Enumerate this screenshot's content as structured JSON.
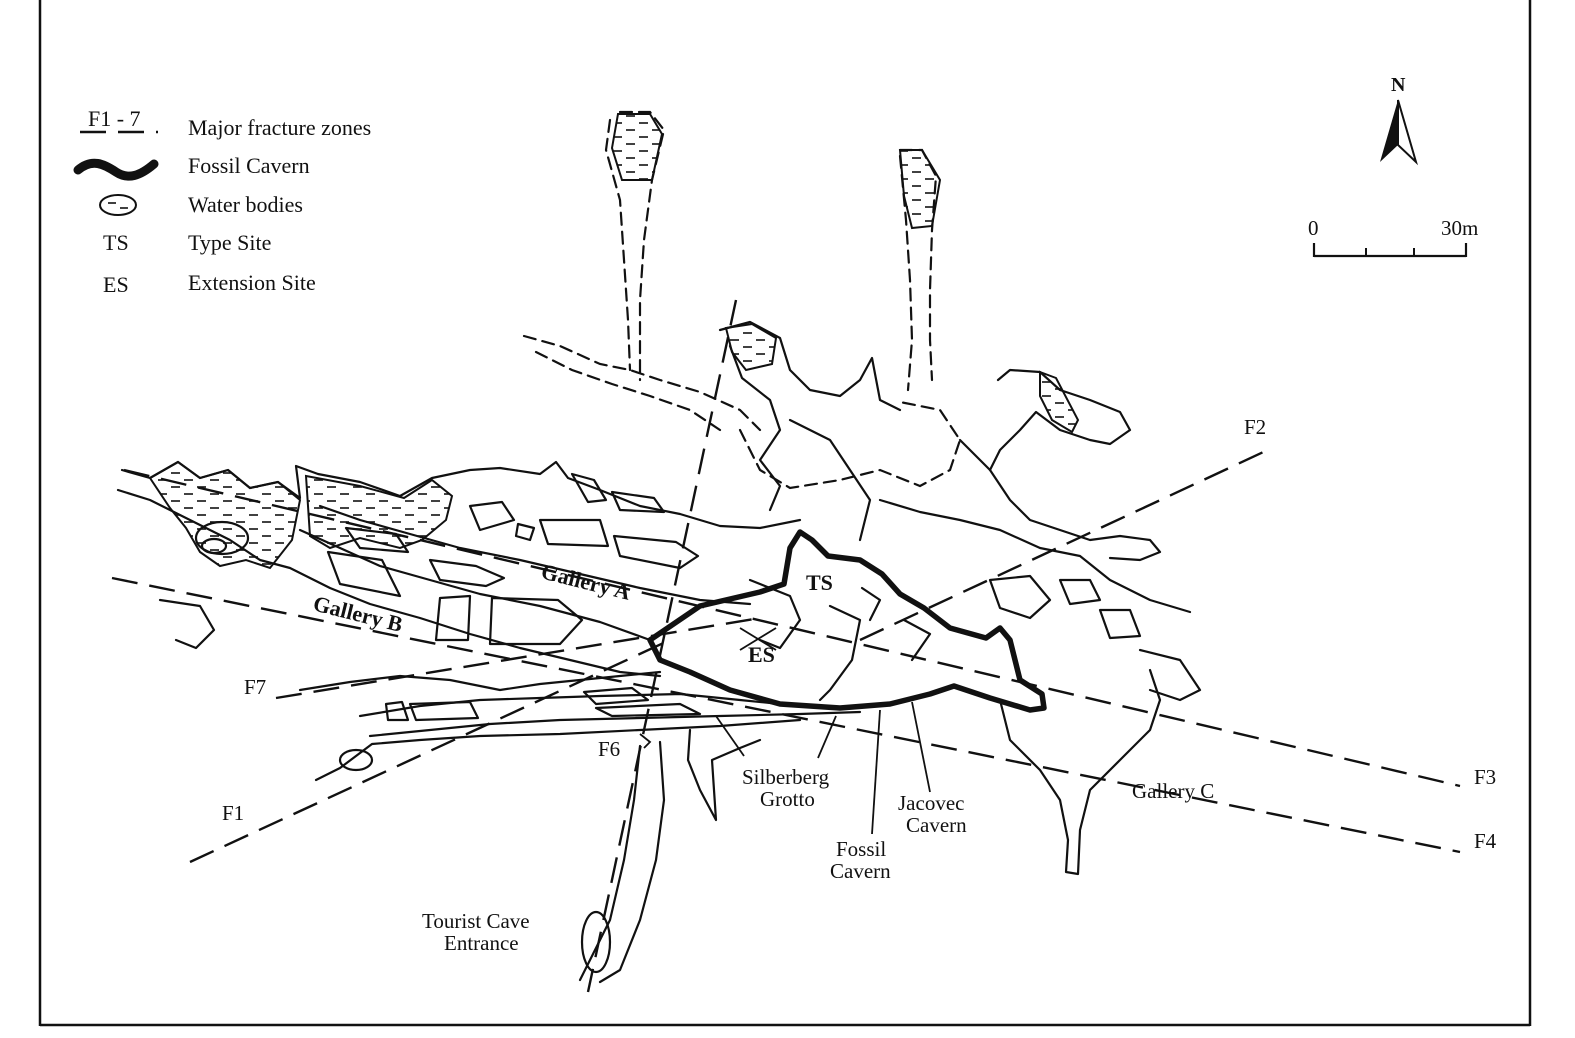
{
  "legend": {
    "fracture_symbol": "F1 - 7",
    "fracture_label": "Major fracture zones",
    "fossil_label": "Fossil Cavern",
    "water_label": "Water bodies",
    "ts_symbol": "TS",
    "ts_label": "Type Site",
    "es_symbol": "ES",
    "es_label": "Extension Site"
  },
  "north_arrow": {
    "label": "N"
  },
  "scale_bar": {
    "start": "0",
    "end": "30m"
  },
  "fractures": {
    "f1": "F1",
    "f2": "F2",
    "f3": "F3",
    "f4": "F4",
    "f6": "F6",
    "f7": "F7"
  },
  "labels": {
    "gallery_a": "Gallery A",
    "gallery_b": "Gallery B",
    "gallery_c": "Gallery C",
    "ts": "TS",
    "es": "ES",
    "silberberg_1": "Silberberg",
    "silberberg_2": "Grotto",
    "jacovec_1": "Jacovec",
    "jacovec_2": "Cavern",
    "fossil_1": "Fossil",
    "fossil_2": "Cavern",
    "tourist_1": "Tourist Cave",
    "tourist_2": "Entrance"
  }
}
